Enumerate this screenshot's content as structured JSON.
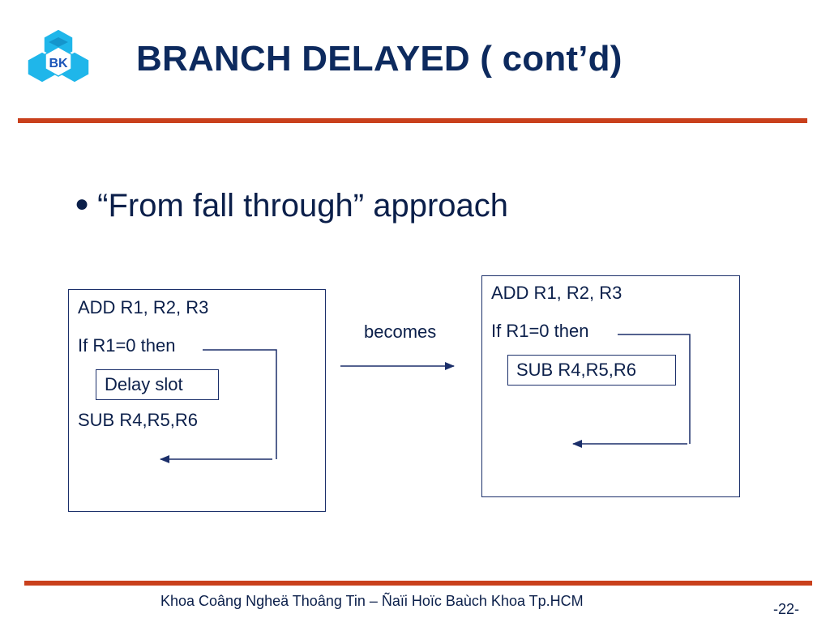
{
  "slide": {
    "logo_text": "BK",
    "title": "BRANCH DELAYED ( cont’d)",
    "bullet": "“From fall through” approach",
    "connector_label": "becomes"
  },
  "left_block": {
    "line1": "ADD  R1, R2, R3",
    "line2": "If R1=0 then",
    "slot": "Delay slot",
    "line3": "SUB R4,R5,R6"
  },
  "right_block": {
    "line1": "ADD  R1, R2, R3",
    "line2": "If R1=0 then",
    "slot": "SUB R4,R5,R6"
  },
  "footer": {
    "text": "Khoa Coâng Ngheä Thoâng Tin – Ñaïi Hoïc Baùch Khoa Tp.HCM",
    "page": "-22-"
  },
  "colors": {
    "title": "#0d2a5e",
    "rule": "#c9401c",
    "logo_primary": "#1ab2e8"
  }
}
